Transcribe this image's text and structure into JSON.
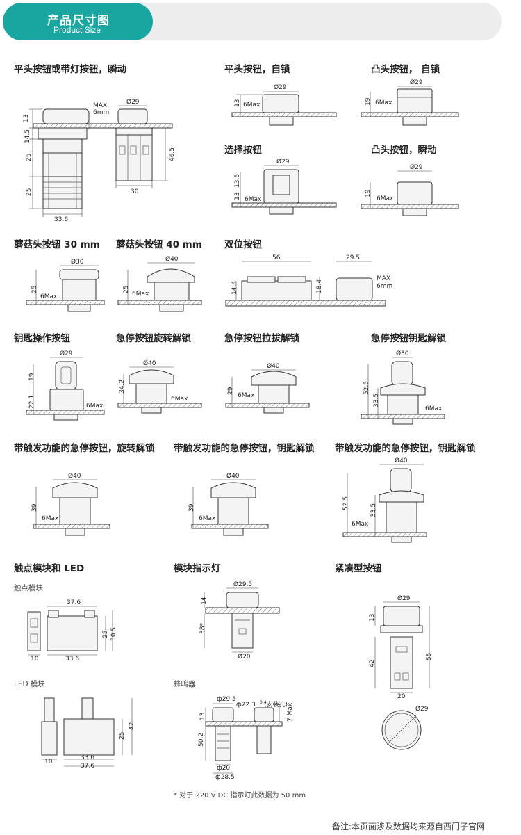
{
  "header": {
    "title": "产品尺寸图",
    "subtitle": "Product Size",
    "accent_color": "#1aa6a0",
    "bar_color": "#ededed"
  },
  "sections": {
    "flat_momentary": "平头按钮或带灯按钮，瞬动",
    "flat_latching": "平头按钮，自锁",
    "raised_latching": "凸头按钮，  自锁",
    "selector": "选择按钮",
    "raised_momentary": "凸头按钮，瞬动",
    "mushroom30": "蘑菇头按钮 30 mm",
    "mushroom40": "蘑菇头按钮 40 mm",
    "dual": "双位按钮",
    "key_operated": "钥匙操作按钮",
    "estop_twist": "急停按钮旋转解锁",
    "estop_pull": "急停按钮拉拔解锁",
    "estop_key": "急停按钮钥匙解锁",
    "trigger_twist": "带触发功能的急停按钮，旋转解锁",
    "trigger_key": "带触发功能的急停按钮，钥匙解锁",
    "trigger_key2": "带触发功能的急停按钮，钥匙解锁",
    "contact_led": "触点模块和 LED",
    "module_light": "模块指示灯",
    "compact": "紧凑型按钮"
  },
  "subsections": {
    "contact_module": "触点模块",
    "led_module": "LED 模块",
    "buzzer": "蜂鸣器"
  },
  "dims": {
    "flat_momentary": {
      "h13": "13",
      "max": "MAX",
      "max_val": "6mm",
      "dia": "Ø29",
      "h145": "14.5",
      "h25a": "25",
      "h25b": "25",
      "h465": "46.5",
      "w336": "33.6",
      "w30": "30"
    },
    "flat_latching": {
      "dia": "Ø29",
      "h13": "13",
      "max": "6Max"
    },
    "raised_latching": {
      "dia": "Ø29",
      "h19": "19",
      "max": "6Max"
    },
    "selector": {
      "dia": "Ø29",
      "h135": "13.5",
      "h13": "13",
      "max": "6Max"
    },
    "raised_momentary": {
      "dia": "Ø29",
      "h19": "19",
      "max": "6Max"
    },
    "mushroom30": {
      "dia": "Ø30",
      "h25": "25",
      "max": "6Max"
    },
    "mushroom40": {
      "dia": "Ø40",
      "h25": "25",
      "max": "6Max"
    },
    "dual": {
      "w56": "56",
      "w295": "29.5",
      "h144": "14.4",
      "h184": "18.4",
      "max": "MAX",
      "max_val": "6mm"
    },
    "key_operated": {
      "dia": "Ø29",
      "h19": "19",
      "h221": "22.1",
      "max": "6Max"
    },
    "estop_twist": {
      "dia": "Ø40",
      "h342": "34.2",
      "max": "6Max"
    },
    "estop_pull": {
      "dia": "Ø40",
      "h29": "29",
      "max": "6Max"
    },
    "estop_key": {
      "dia": "Ø30",
      "h525": "52.5",
      "h335": "33.5",
      "max": "6Max"
    },
    "trigger_twist": {
      "dia": "Ø40",
      "h39": "39",
      "max": "6Max"
    },
    "trigger_key": {
      "dia": "Ø40",
      "h39": "39",
      "max": "6Max"
    },
    "trigger_key2": {
      "dia": "Ø40",
      "h525": "52.5",
      "h335": "33.5",
      "max": "6Max"
    },
    "contact_module": {
      "w376": "37.6",
      "w10": "10",
      "w336": "33.6",
      "h25": "25",
      "h305": "30.5"
    },
    "led_module": {
      "h25": "25",
      "h42": "42",
      "w10": "10",
      "w336": "33.6",
      "w376": "37.6"
    },
    "module_light": {
      "dia": "Ø29.5",
      "h14": "14",
      "h38": "38*",
      "d20": "Ø20"
    },
    "buzzer": {
      "dia": "ф29.5",
      "hole": "ф22.3",
      "hole_tol": "+0.4",
      "hole_note": "(安装孔)",
      "h13": "13",
      "h502": "50.2",
      "max": "7 Max",
      "d20": "ф20",
      "d285": "ф28.5"
    },
    "compact": {
      "dia": "Ø29",
      "h13": "13",
      "h42": "42",
      "h55": "55",
      "w20": "20",
      "dia_top": "Ø29"
    }
  },
  "footnote": "* 对于 220 V DC 指示灯此数据为 50 mm",
  "bottom_note": "备注:本页面涉及数据均来源自西门子官网"
}
